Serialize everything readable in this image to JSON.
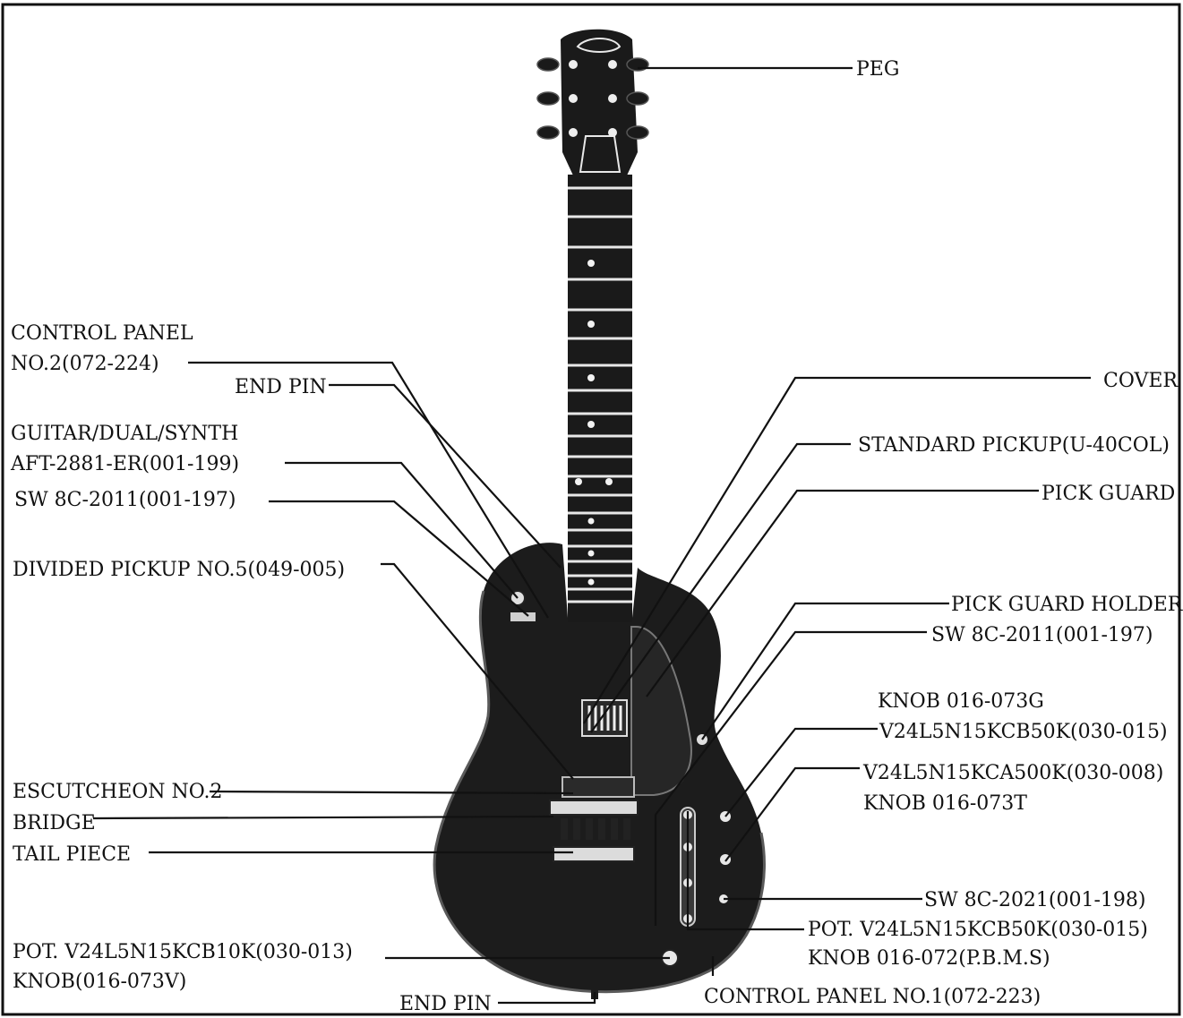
{
  "labels": {
    "peg": "PEG",
    "control_panel_2_line1": "CONTROL PANEL",
    "control_panel_2_line2": "NO.2(072-224)",
    "end_pin_top": "END PIN",
    "guitar_dual_synth_line1": "GUITAR/DUAL/SYNTH",
    "guitar_dual_synth_line2": "AFT-2881-ER(001-199)",
    "sw_left": "SW 8C-2011(001-197)",
    "divided_pickup": "DIVIDED PICKUP NO.5(049-005)",
    "escutcheon": "ESCUTCHEON NO.2",
    "bridge": "BRIDGE",
    "tail_piece": "TAIL PIECE",
    "pot_left_line1": "POT. V24L5N15KCB10K(030-013)",
    "pot_left_line2": "KNOB(016-073V)",
    "end_pin_bottom": "END PIN",
    "cover": "COVER",
    "standard_pickup": "STANDARD PICKUP(U-40COL)",
    "pick_guard": "PICK GUARD",
    "pick_guard_holder": "PICK GUARD HOLDER",
    "sw_right": "SW 8C-2011(001-197)",
    "knob_073g": "KNOB 016-073G",
    "pot_b50k": "V24L5N15KCB50K(030-015)",
    "pot_a500k": "V24L5N15KCA500K(030-008)",
    "knob_073t": "KNOB 016-073T",
    "sw_2021": "SW 8C-2021(001-198)",
    "pot_right_line1": "POT. V24L5N15KCB50K(030-015)",
    "pot_right_line2": "KNOB 016-072(P.B.M.S)",
    "control_panel_1": "CONTROL PANEL NO.1(072-223)"
  },
  "colors": {
    "ink": "#111111",
    "body_dark": "#1c1c1c",
    "paper": "#ffffff"
  }
}
